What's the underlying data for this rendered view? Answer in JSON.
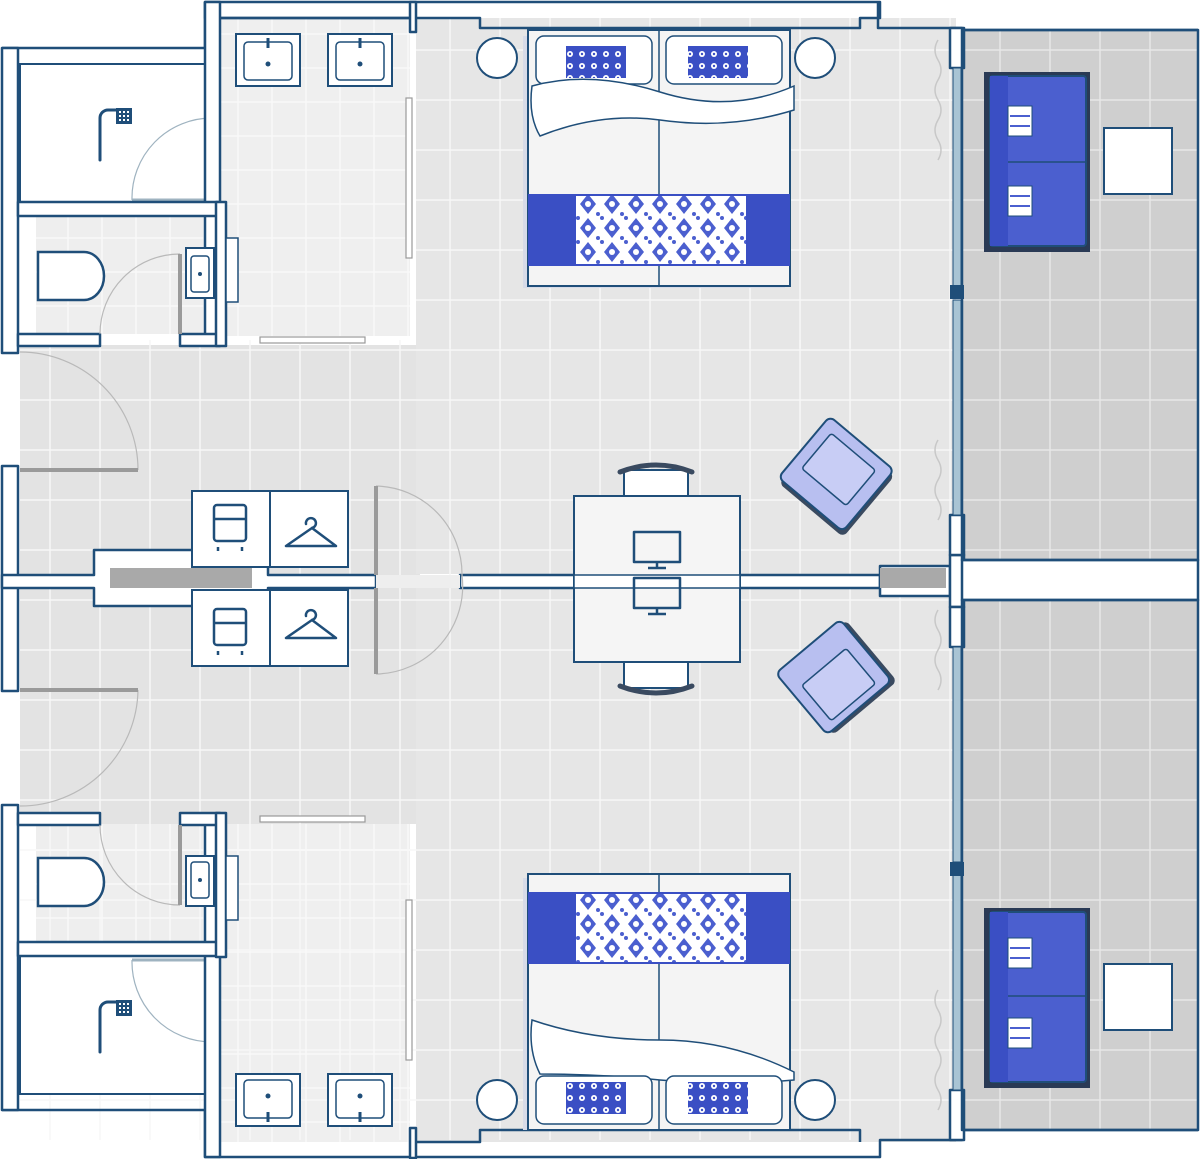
{
  "plan": {
    "colors": {
      "wall_outline": "#1f4e79",
      "wall_fill": "#ffffff",
      "floor_room": "#e6e6e6",
      "floor_bath": "#efefef",
      "floor_terrace": "#cfcfcf",
      "grid_line": "#f7f7f7",
      "accent_blue": "#3a4fc4",
      "sofa_blue": "#4b5fcf",
      "armchair_lavender": "#b8bff0",
      "glass": "#a9c4d4",
      "door_gray": "#9a9a9a"
    },
    "units": [
      {
        "id": "upper",
        "rooms": [
          "bedroom",
          "bathroom",
          "shower",
          "toilet",
          "entry",
          "terrace"
        ],
        "fixtures": [
          "double-bed",
          "double-vanity",
          "shower-head",
          "toilet",
          "hand-basin",
          "minibar-fridge",
          "wardrobe",
          "work-desk",
          "monitor",
          "desk-chair",
          "armchair",
          "sofa",
          "side-table",
          "sliding-door",
          "swing-door",
          "curtain"
        ]
      },
      {
        "id": "lower",
        "rooms": [
          "bedroom",
          "bathroom",
          "shower",
          "toilet",
          "entry",
          "terrace"
        ],
        "fixtures": [
          "double-bed",
          "double-vanity",
          "shower-head",
          "toilet",
          "hand-basin",
          "minibar-fridge",
          "wardrobe",
          "work-desk",
          "monitor",
          "desk-chair",
          "armchair",
          "sofa",
          "side-table",
          "sliding-door",
          "swing-door",
          "curtain"
        ]
      }
    ],
    "icons": [
      "shower-head-icon",
      "hanger-icon",
      "fridge-icon",
      "monitor-icon",
      "sink-icon",
      "toilet-icon"
    ]
  }
}
